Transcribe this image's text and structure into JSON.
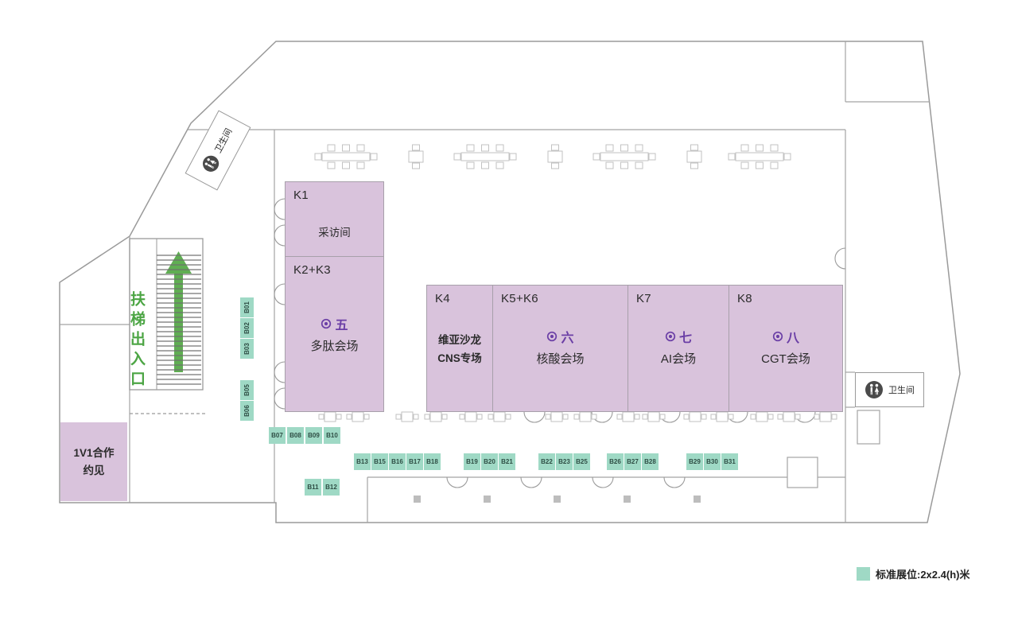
{
  "colors": {
    "room_fill": "#d9c3dc",
    "booth_fill": "#9fd9c5",
    "accent_green": "#4ca544",
    "accent_purple": "#6b3fa6",
    "wall_gray": "#9a9a9a"
  },
  "restroom_top_left": {
    "label": "卫生间"
  },
  "restroom_right": {
    "label": "卫生间"
  },
  "escalator": {
    "label": "扶梯出入口"
  },
  "meeting_room": {
    "line1": "1V1合作",
    "line2": "约见"
  },
  "rooms": {
    "k1": {
      "id": "K1",
      "name": "采访间"
    },
    "k23": {
      "id": "K2+K3",
      "session": "五",
      "name": "多肽会场"
    },
    "k4": {
      "id": "K4",
      "name1": "维亚沙龙",
      "name2": "CNS专场"
    },
    "k56": {
      "id": "K5+K6",
      "session": "六",
      "name": "核酸会场"
    },
    "k7": {
      "id": "K7",
      "session": "七",
      "name": "AI会场"
    },
    "k8": {
      "id": "K8",
      "session": "八",
      "name": "CGT会场"
    }
  },
  "booths": {
    "left": [
      "B01",
      "B02",
      "B03",
      "B05",
      "B06"
    ],
    "row_a": [
      "B07",
      "B08",
      "B09",
      "B10"
    ],
    "row_b": [
      "B11",
      "B12"
    ],
    "main": [
      "B13",
      "B15",
      "B16",
      "B17",
      "B18",
      "B19",
      "B20",
      "B21",
      "B22",
      "B23",
      "B25",
      "B26",
      "B27",
      "B28",
      "B29",
      "B30",
      "B31"
    ]
  },
  "legend": {
    "label": "标准展位:2x2.4(h)米"
  }
}
